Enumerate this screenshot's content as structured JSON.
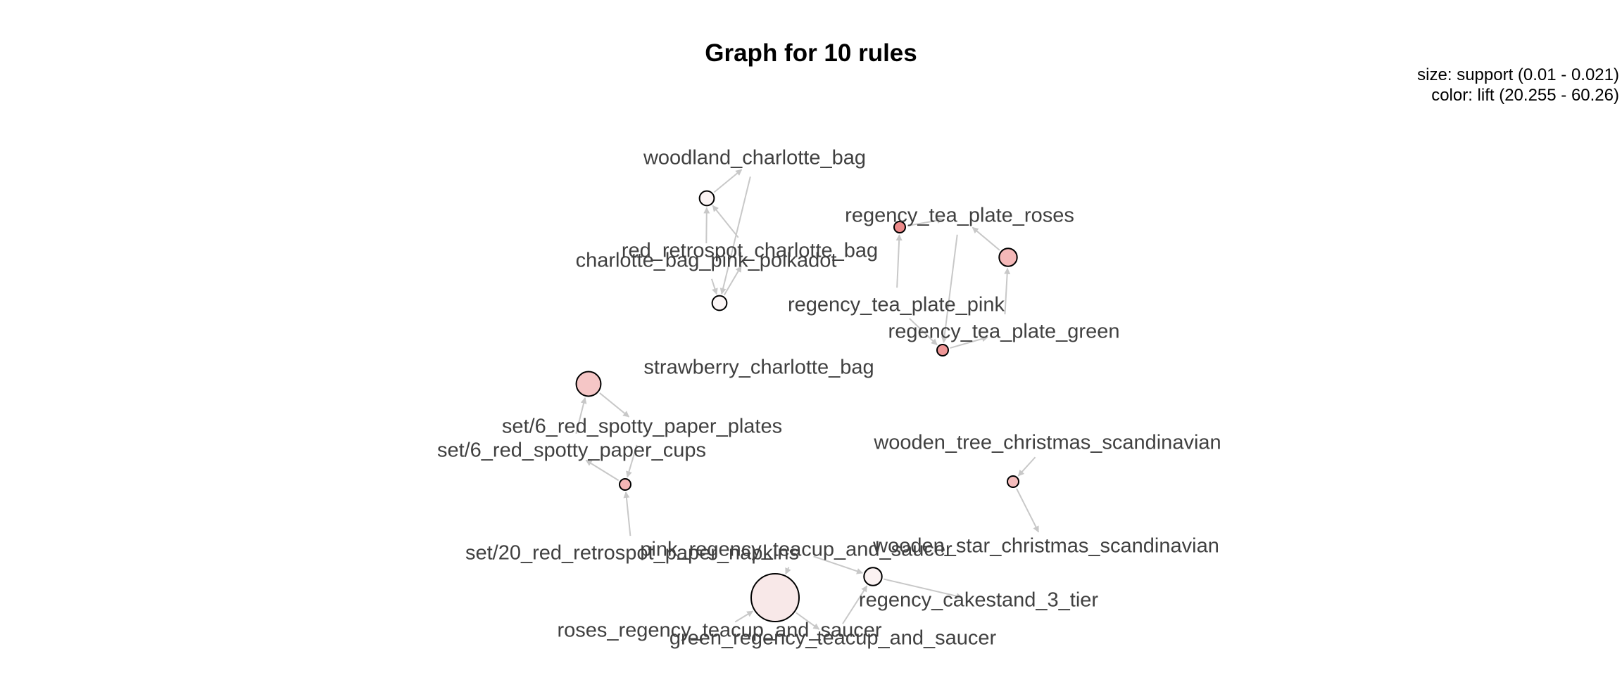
{
  "title": "Graph for 10 rules",
  "legend": {
    "size": "size: support (0.01 - 0.021)",
    "color": "color: lift (20.255 - 60.26)"
  },
  "colors": {
    "node_stroke": "#000000",
    "edge": "#c8c8c8",
    "label": "#404040",
    "lift_low": "#fbf2f2",
    "lift_high": "#ec8c8c"
  },
  "items": [
    {
      "id": "woodland",
      "label": "woodland_charlotte_bag"
    },
    {
      "id": "red_retrospot",
      "label": "red_retrospot_charlotte_bag"
    },
    {
      "id": "pink_polkadot",
      "label": "charlotte_bag_pink_polkadot"
    },
    {
      "id": "strawberry",
      "label": "strawberry_charlotte_bag"
    },
    {
      "id": "plate_roses",
      "label": "regency_tea_plate_roses"
    },
    {
      "id": "plate_pink",
      "label": "regency_tea_plate_pink"
    },
    {
      "id": "plate_green",
      "label": "regency_tea_plate_green"
    },
    {
      "id": "plates",
      "label": "set/6_red_spotty_paper_plates"
    },
    {
      "id": "cups",
      "label": "set/6_red_spotty_paper_cups"
    },
    {
      "id": "napkins",
      "label": "set/20_red_retrospot_paper_napkins"
    },
    {
      "id": "tree",
      "label": "wooden_tree_christmas_scandinavian"
    },
    {
      "id": "star",
      "label": "wooden_star_christmas_scandinavian"
    },
    {
      "id": "pink_teacup",
      "label": "pink_regency_teacup_and_saucer"
    },
    {
      "id": "cakestand",
      "label": "regency_cakestand_3_tier"
    },
    {
      "id": "roses_teacup",
      "label": "roses_regency_teacup_and_saucer"
    },
    {
      "id": "green_teacup",
      "label": "green_regency_teacup_and_saucer"
    }
  ],
  "rules": [
    {
      "id": "r1",
      "support": 0.011,
      "lift": 22.0,
      "color": "#fbf4f4",
      "lhs": [
        "red_retrospot",
        "pink_polkadot"
      ],
      "rhs": "woodland"
    },
    {
      "id": "r2",
      "support": 0.011,
      "lift": 21.0,
      "color": "#fbf6f6",
      "lhs": [
        "woodland",
        "pink_polkadot"
      ],
      "rhs": "red_retrospot"
    },
    {
      "id": "r3",
      "support": 0.01,
      "lift": 60.26,
      "color": "#ec8a8a",
      "lhs": [
        "plate_pink"
      ],
      "rhs": "plate_roses"
    },
    {
      "id": "r4",
      "support": 0.012,
      "lift": 38.0,
      "color": "#f4b8b8",
      "lhs": [
        "plate_green"
      ],
      "rhs": "plate_roses"
    },
    {
      "id": "r5",
      "support": 0.01,
      "lift": 55.0,
      "color": "#ee9696",
      "lhs": [
        "plate_pink",
        "plate_roses"
      ],
      "rhs": "plate_green"
    },
    {
      "id": "r6",
      "support": 0.014,
      "lift": 34.0,
      "color": "#f5c6c6",
      "lhs": [
        "cups"
      ],
      "rhs": "plates"
    },
    {
      "id": "r7",
      "support": 0.01,
      "lift": 40.0,
      "color": "#f4b6b6",
      "lhs": [
        "plates",
        "napkins"
      ],
      "rhs": "cups"
    },
    {
      "id": "r8",
      "support": 0.01,
      "lift": 40.0,
      "color": "#f5bcbc",
      "lhs": [
        "tree"
      ],
      "rhs": "star"
    },
    {
      "id": "r9",
      "support": 0.021,
      "lift": 20.255,
      "color": "#f8e8e8",
      "lhs": [
        "pink_teacup",
        "roses_teacup"
      ],
      "rhs": "green_teacup"
    },
    {
      "id": "r10",
      "support": 0.012,
      "lift": 20.5,
      "color": "#fbf2f2",
      "lhs": [
        "pink_teacup",
        "green_teacup"
      ],
      "rhs": "cakestand"
    }
  ]
}
